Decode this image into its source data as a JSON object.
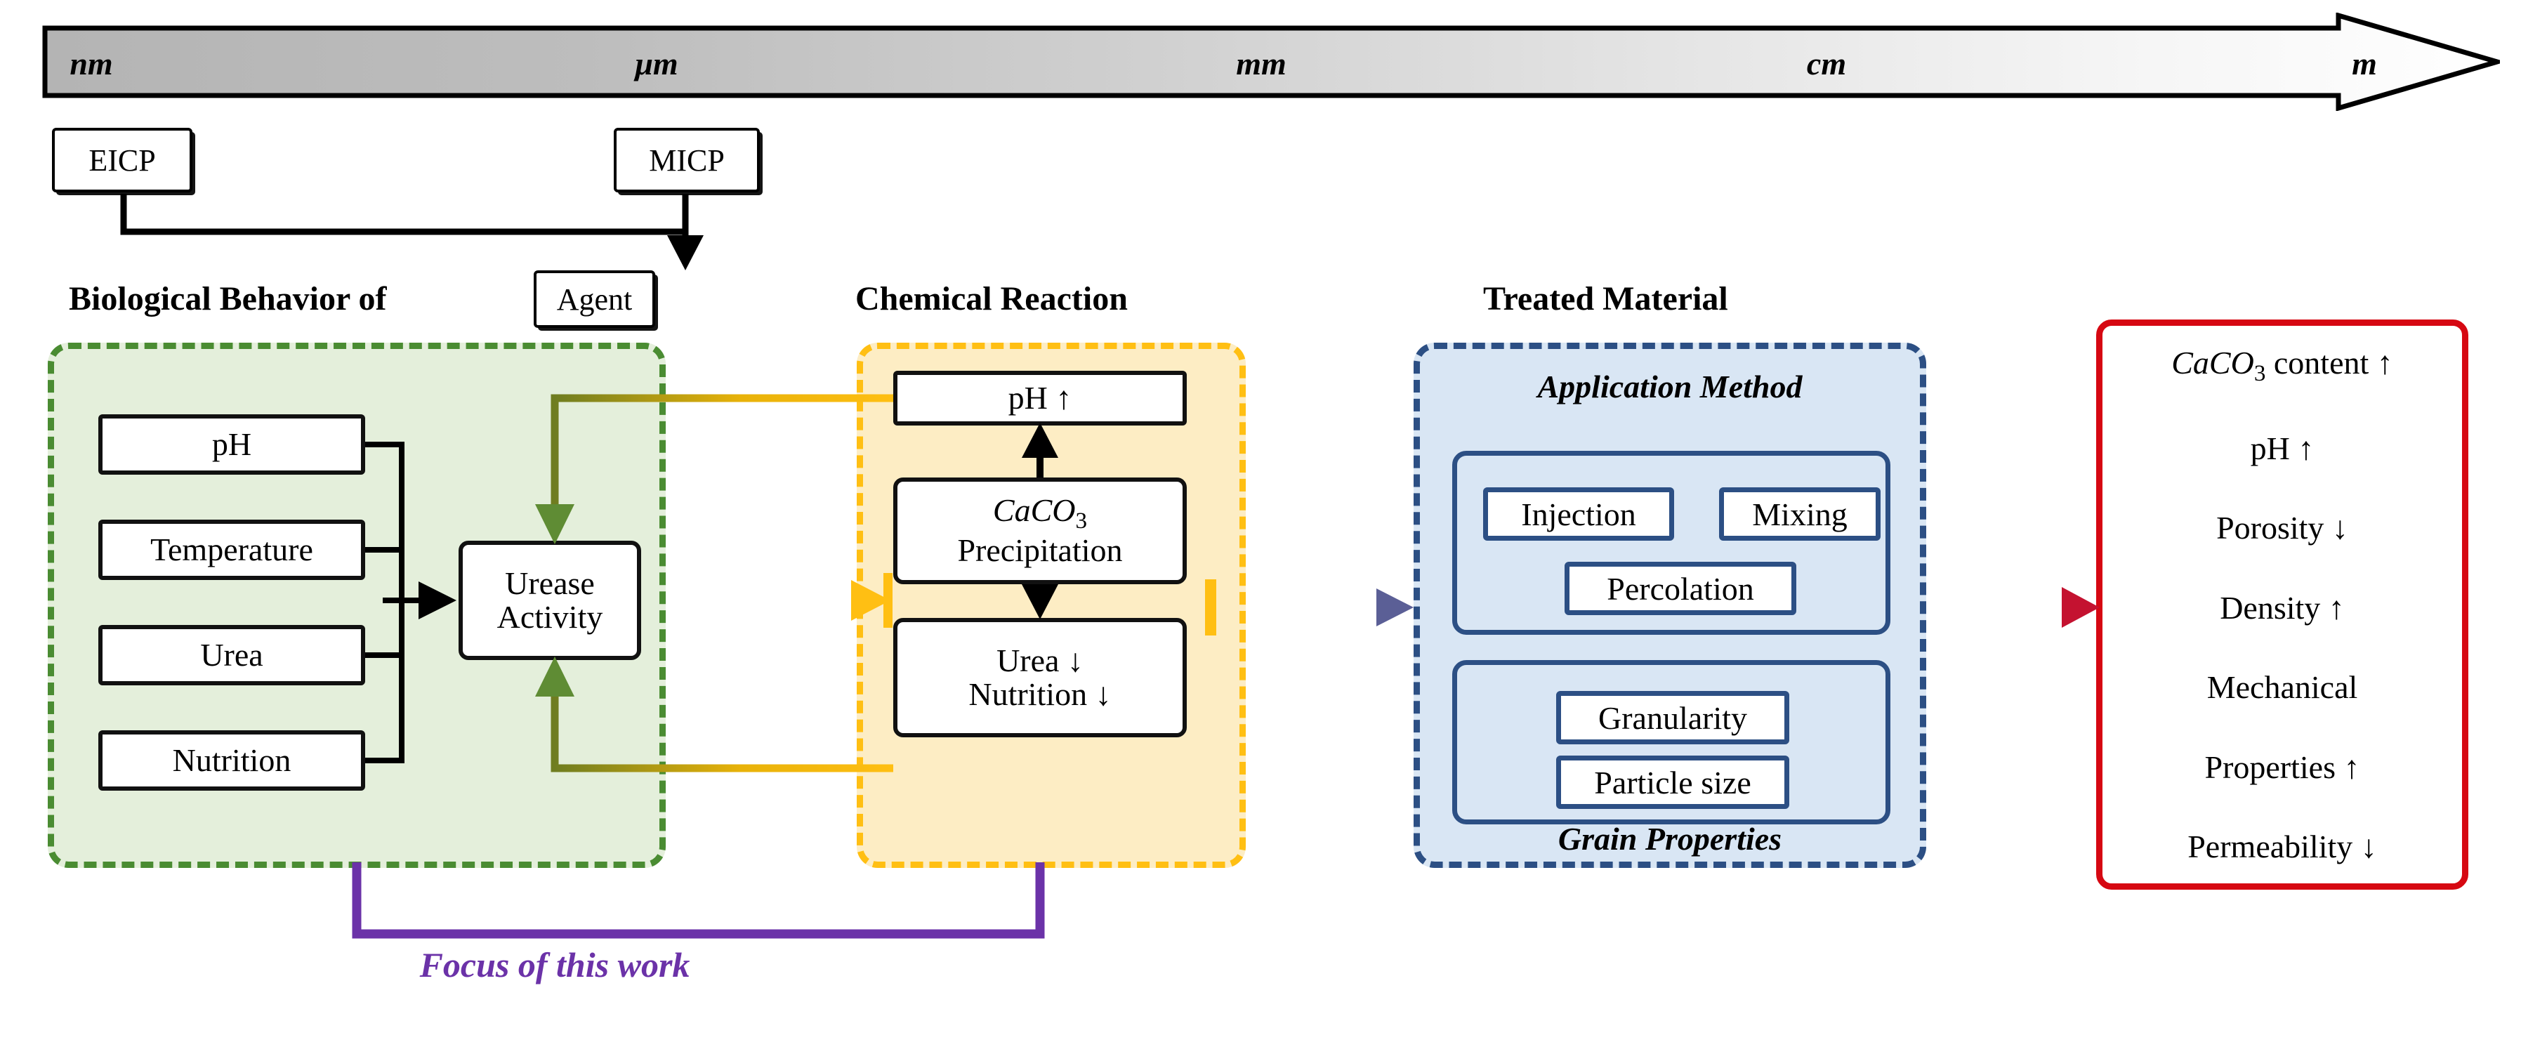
{
  "figure": {
    "type": "flow-diagram",
    "title_absent": true
  },
  "scale_axis": {
    "ticks": [
      {
        "label": "nm",
        "x_pct": 2.0
      },
      {
        "label": "μm",
        "x_pct": 25.0
      },
      {
        "label": "mm",
        "x_pct": 49.6
      },
      {
        "label": "cm",
        "x_pct": 72.6
      },
      {
        "label": "m",
        "x_pct": 94.5
      }
    ],
    "gradient_from": "#b5b5b5",
    "gradient_to": "#ffffff",
    "direction": "left-to-right"
  },
  "agents": {
    "eicp": "EICP",
    "micp": "MICP",
    "agent": "Agent"
  },
  "sections": {
    "biological": "Biological Behavior of",
    "chemical": "Chemical Reaction",
    "treated": "Treated Material"
  },
  "biological": {
    "factors": [
      "pH",
      "Temperature",
      "Urea",
      "Nutrition"
    ],
    "output": "Urease\nActivity",
    "output_line1": "Urease",
    "output_line2": "Activity",
    "panel_color": "#4a8c32",
    "panel_fill": "#e4efdb"
  },
  "chemical": {
    "ph_up": "pH ↑",
    "precip_formula": "CaCO",
    "precip_sub": "3",
    "precip_word": "Precipitation",
    "consume_line1": "Urea ↓",
    "consume_line2": "Nutrition ↓",
    "panel_color": "#ffbf13",
    "panel_fill": "#fdedc4"
  },
  "treated": {
    "application_title": "Application Method",
    "application_items": [
      "Injection",
      "Mixing",
      "Percolation"
    ],
    "grain_title": "Grain Properties",
    "grain_items": [
      "Granularity",
      "Particle size"
    ],
    "panel_color": "#2c4f84",
    "panel_fill": "#d9e6f4"
  },
  "results": {
    "panel_color": "#d60812",
    "items": [
      {
        "formula": "CaCO",
        "sub": "3",
        "text": " content ↑"
      },
      {
        "text": "pH ↑"
      },
      {
        "text": "Porosity ↓"
      },
      {
        "text": "Density ↑"
      },
      {
        "text": "Mechanical"
      },
      {
        "text": "Properties ↑"
      },
      {
        "text": "Permeability ↓"
      }
    ]
  },
  "focus": {
    "label": "Focus of this work",
    "color": "#6b32a8"
  },
  "flow_colors": {
    "green_to_yellow_start": "#4a8c32",
    "green_to_yellow_end": "#ffbf13",
    "yellow_to_blue_start": "#ffbf13",
    "yellow_to_blue_end": "#5b5f96",
    "blue_to_red_start": "#2c4f84",
    "blue_to_red_end": "#c41230",
    "feedback": "#e8b209",
    "feedback_head": "#5f8c34"
  }
}
